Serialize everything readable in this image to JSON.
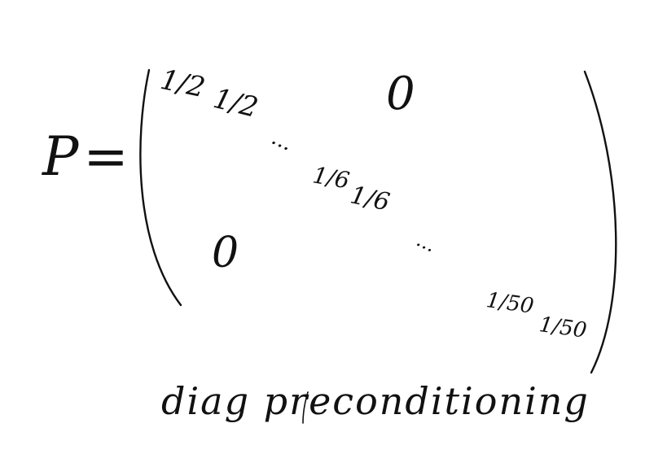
{
  "equation": {
    "lhs": "P=",
    "diagonal": {
      "entry_1": "1/2",
      "entry_2": "1/2",
      "ellipsis_1": "...",
      "entry_3": "1/6",
      "entry_4": "1/6",
      "ellipsis_2": "...",
      "entry_5": "1/50",
      "entry_6": "1/50"
    },
    "upper_zero": "0",
    "lower_zero": "0"
  },
  "caption": "diag preconditioning",
  "colors": {
    "ink": "#111111",
    "background": "#ffffff"
  }
}
